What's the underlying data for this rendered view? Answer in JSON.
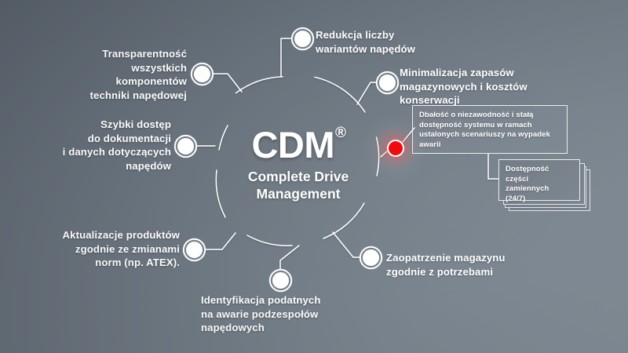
{
  "diagram": {
    "title": "CDM Complete Drive Management",
    "center": {
      "acronym": "CDM",
      "registered_mark": "®",
      "subtitle_line1": "Complete Drive",
      "subtitle_line2": "Management"
    },
    "colors": {
      "background_top_left": "#58626c",
      "background_bottom_right": "#818c96",
      "text": "#ffffff",
      "node_fill": "#ffffff",
      "highlight_node": "#f00000",
      "line": "#ffffff"
    },
    "nodes": [
      {
        "id": "node-reduction",
        "label": "Redukcja liczby\nwariantów napędów",
        "side": "top",
        "highlight": false
      },
      {
        "id": "node-transparency",
        "label": "Transparentność\nwszystkich\nkomponentów\ntechniki napędowej",
        "side": "left",
        "highlight": false
      },
      {
        "id": "node-access",
        "label": "Szybki dostęp\ndo dokumentacji\ni danych dotyczących\nnapędów",
        "side": "left",
        "highlight": false
      },
      {
        "id": "node-updates",
        "label": "Aktualizacje produktów\nzgodnie ze zmianami\nnorm (np. ATEX).",
        "side": "left",
        "highlight": false
      },
      {
        "id": "node-identification",
        "label": "Identyfikacja podatnych\nna awarie podzespołów\nnapędowych",
        "side": "bottom",
        "highlight": false
      },
      {
        "id": "node-supply",
        "label": "Zaopatrzenie magazynu\nzgodnie z potrzebami",
        "side": "right",
        "highlight": false
      },
      {
        "id": "node-minimization",
        "label": "Minimalizacja zapasów\nmagazynowych i kosztów\nkonserwacji",
        "side": "right",
        "highlight": false
      },
      {
        "id": "node-reliability",
        "label": "",
        "side": "right",
        "highlight": true
      }
    ],
    "callout_boxes": [
      {
        "id": "box-reliability",
        "text": "Dbałość o niezawodność i stałą\ndostępność systemu w ramach\nustalonych scenariuszy na wypadek\nawarii"
      },
      {
        "id": "box-spare-parts",
        "text": "Dostępność\nczęści zamiennych\n(24/7)"
      }
    ]
  }
}
